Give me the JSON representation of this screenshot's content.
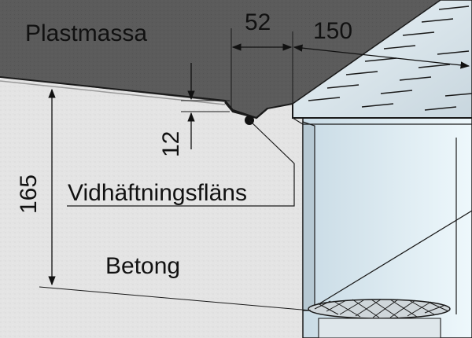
{
  "labels": {
    "top_material": "Plastmassa",
    "bottom_material": "Betong",
    "flange": "Vidhäftningsfläns"
  },
  "dimensions": {
    "flange_width": "52",
    "grate_width": "150",
    "flange_height": "12",
    "channel_depth": "165"
  },
  "colors": {
    "plastic": "#5a5a5a",
    "concrete": "#e4e4e4",
    "steel": "#d7e6ee",
    "steel_light": "#e8f5fb",
    "outline": "#1a1a1a"
  }
}
